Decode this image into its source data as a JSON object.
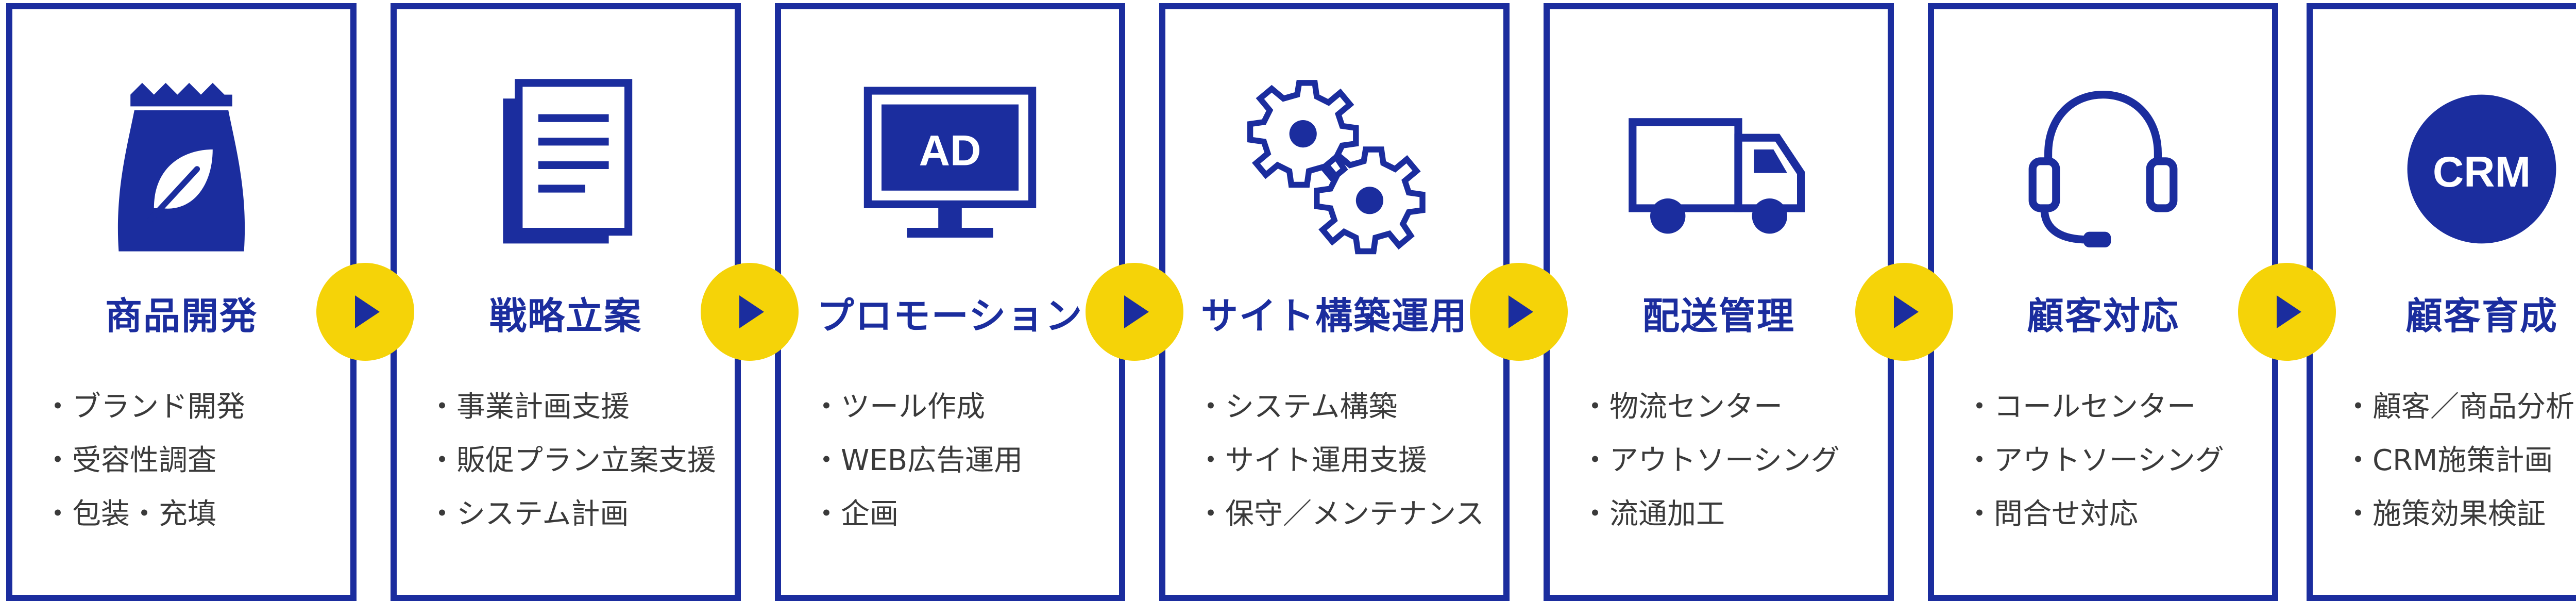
{
  "colors": {
    "accent": "#1b2d9e",
    "connector": "#f5d308",
    "text": "#3a3a3a"
  },
  "steps": [
    {
      "title": "商品開発",
      "icon": "seed-bag-icon",
      "items": [
        "・ブランド開発",
        "・受容性調査",
        "・包装・充填"
      ]
    },
    {
      "title": "戦略立案",
      "icon": "documents-icon",
      "items": [
        "・事業計画支援",
        "・販促プラン立案支援",
        "・システム計画"
      ]
    },
    {
      "title": "プロモーション",
      "icon": "ad-monitor-icon",
      "icon_text": "AD",
      "items": [
        "・ツール作成",
        "・WEB広告運用",
        "・企画"
      ]
    },
    {
      "title": "サイト構築運用",
      "icon": "gears-icon",
      "items": [
        "・システム構築",
        "・サイト運用支援",
        "・保守／メンテナンス"
      ]
    },
    {
      "title": "配送管理",
      "icon": "truck-icon",
      "items": [
        "・物流センター",
        "・アウトソーシング",
        "・流通加工"
      ]
    },
    {
      "title": "顧客対応",
      "icon": "headset-icon",
      "items": [
        "・コールセンター",
        "・アウトソーシング",
        "・問合せ対応"
      ]
    },
    {
      "title": "顧客育成",
      "icon": "crm-badge-icon",
      "icon_text": "CRM",
      "items": [
        "・顧客／商品分析",
        "・CRM施策計画",
        "・施策効果検証"
      ]
    }
  ],
  "connectors": [
    {
      "icon": "play-arrow-icon"
    },
    {
      "icon": "play-arrow-icon"
    },
    {
      "icon": "play-arrow-icon"
    },
    {
      "icon": "play-arrow-icon"
    },
    {
      "icon": "play-arrow-icon"
    },
    {
      "icon": "play-arrow-icon"
    }
  ]
}
